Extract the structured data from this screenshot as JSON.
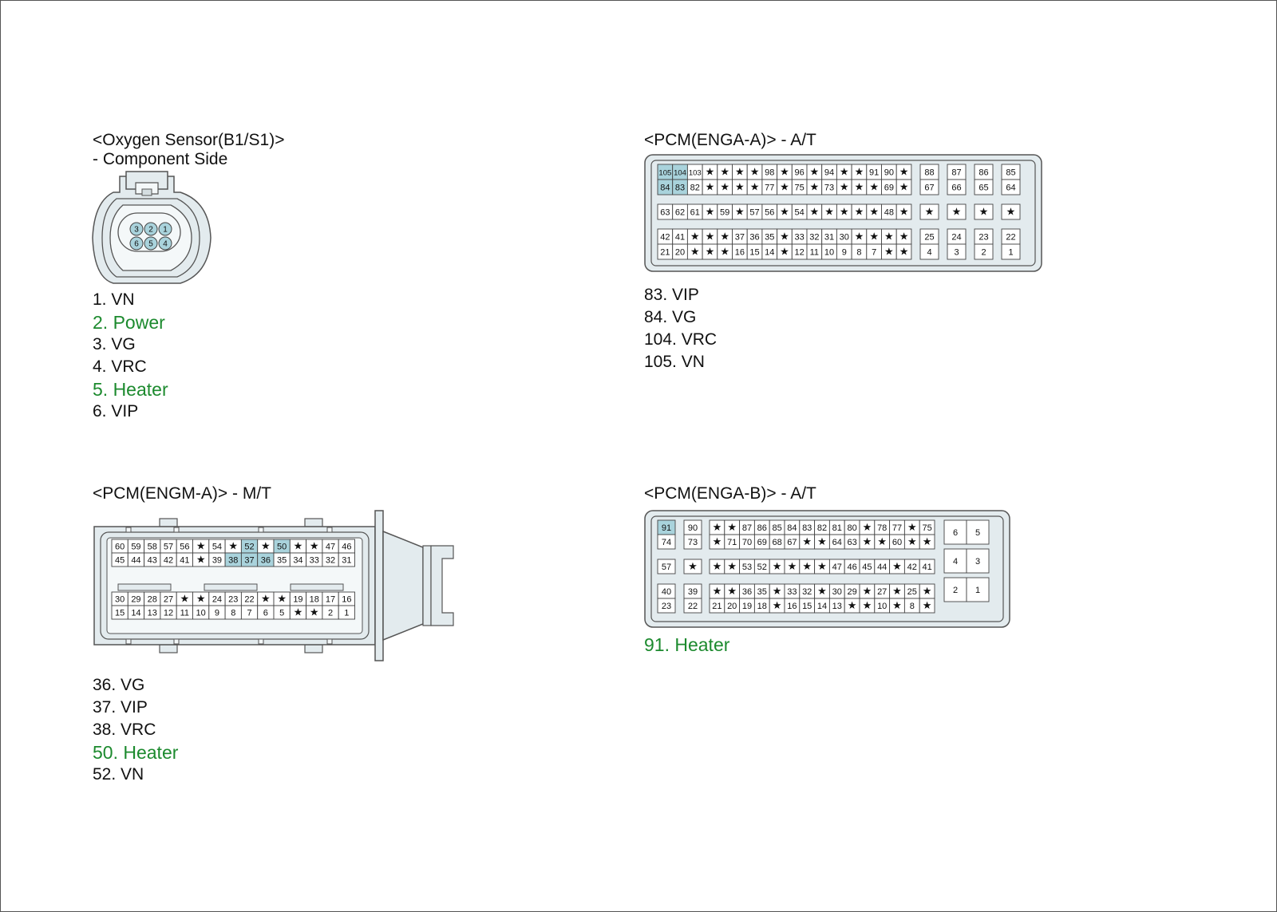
{
  "accent_color": "#1c8a2e",
  "pin_highlight_color": "#a9d3dc",
  "star_symbol": "★",
  "oxygen_sensor": {
    "title_line1": "<Oxygen Sensor(B1/S1)>",
    "title_line2": "- Component Side",
    "face_pins": [
      "3",
      "2",
      "1",
      "6",
      "5",
      "4"
    ],
    "pins": [
      {
        "label": "1. VN",
        "highlight": false
      },
      {
        "label": "2. Power",
        "highlight": true
      },
      {
        "label": "3. VG",
        "highlight": false
      },
      {
        "label": "4. VRC",
        "highlight": false
      },
      {
        "label": "5. Heater",
        "highlight": true
      },
      {
        "label": "6. VIP",
        "highlight": false
      }
    ]
  },
  "enga_a": {
    "title": "<PCM(ENGA-A)> - A/T",
    "rows": [
      [
        "105",
        "104",
        "103",
        "*",
        "*",
        "*",
        "*",
        "98",
        "*",
        "96",
        "*",
        "94",
        "*",
        "*",
        "91",
        "90",
        "*"
      ],
      [
        "84",
        "83",
        "82",
        "*",
        "*",
        "*",
        "*",
        "77",
        "*",
        "75",
        "*",
        "73",
        "*",
        "*",
        "*",
        "69",
        "*"
      ],
      [
        "63",
        "62",
        "61",
        "*",
        "59",
        "*",
        "57",
        "56",
        "*",
        "54",
        "*",
        "*",
        "*",
        "*",
        "*",
        "48",
        "*"
      ],
      [
        "42",
        "41",
        "*",
        "*",
        "*",
        "37",
        "36",
        "35",
        "*",
        "33",
        "32",
        "31",
        "30",
        "*",
        "*",
        "*",
        "*"
      ],
      [
        "21",
        "20",
        "*",
        "*",
        "*",
        "16",
        "15",
        "14",
        "*",
        "12",
        "11",
        "10",
        "9",
        "8",
        "7",
        "*",
        "*"
      ]
    ],
    "side_cols": [
      [
        "88",
        "67",
        "*",
        "25",
        "4"
      ],
      [
        "87",
        "66",
        "*",
        "24",
        "3"
      ],
      [
        "86",
        "65",
        "*",
        "23",
        "2"
      ],
      [
        "85",
        "64",
        "*",
        "22",
        "1"
      ]
    ],
    "highlighted_pins": [
      "105",
      "104",
      "84",
      "83"
    ],
    "pins": [
      {
        "label": "83. VIP",
        "highlight": false
      },
      {
        "label": "84. VG",
        "highlight": false
      },
      {
        "label": "104. VRC",
        "highlight": false
      },
      {
        "label": "105. VN",
        "highlight": false
      }
    ]
  },
  "engm_a": {
    "title": "<PCM(ENGM-A)> - M/T",
    "rows": [
      [
        "60",
        "59",
        "58",
        "57",
        "56",
        "*",
        "54",
        "*",
        "52",
        "*",
        "50",
        "*",
        "*",
        "47",
        "46"
      ],
      [
        "45",
        "44",
        "43",
        "42",
        "41",
        "*",
        "39",
        "38",
        "37",
        "36",
        "35",
        "34",
        "33",
        "32",
        "31"
      ],
      [
        "30",
        "29",
        "28",
        "27",
        "*",
        "*",
        "24",
        "23",
        "22",
        "*",
        "*",
        "19",
        "18",
        "17",
        "16"
      ],
      [
        "15",
        "14",
        "13",
        "12",
        "11",
        "10",
        "9",
        "8",
        "7",
        "6",
        "5",
        "*",
        "*",
        "2",
        "1"
      ]
    ],
    "highlighted_pins": [
      "52",
      "50",
      "38",
      "37",
      "36"
    ],
    "pins": [
      {
        "label": "36. VG",
        "highlight": false
      },
      {
        "label": "37. VIP",
        "highlight": false
      },
      {
        "label": "38. VRC",
        "highlight": false
      },
      {
        "label": "50. Heater",
        "highlight": true
      },
      {
        "label": "52. VN",
        "highlight": false
      }
    ]
  },
  "enga_b": {
    "title": "<PCM(ENGA-B)> - A/T",
    "left_cols": [
      [
        "91",
        "74",
        "57",
        "40",
        "23"
      ],
      [
        "90",
        "73",
        "*",
        "39",
        "22"
      ]
    ],
    "main_rows": [
      [
        "*",
        "*",
        "87",
        "86",
        "85",
        "84",
        "83",
        "82",
        "81",
        "80",
        "*",
        "78",
        "77",
        "*",
        "75"
      ],
      [
        "*",
        "71",
        "70",
        "69",
        "68",
        "67",
        "*",
        "*",
        "64",
        "63",
        "*",
        "*",
        "60",
        "*",
        "*"
      ],
      [
        "*",
        "*",
        "53",
        "52",
        "*",
        "*",
        "*",
        "*",
        "47",
        "46",
        "45",
        "44",
        "*",
        "42",
        "41"
      ],
      [
        "*",
        "*",
        "36",
        "35",
        "*",
        "33",
        "32",
        "*",
        "30",
        "29",
        "*",
        "27",
        "*",
        "25",
        "*"
      ],
      [
        "21",
        "20",
        "19",
        "18",
        "*",
        "16",
        "15",
        "14",
        "13",
        "*",
        "*",
        "10",
        "*",
        "8",
        "*"
      ]
    ],
    "right_block": [
      [
        "6",
        "5"
      ],
      [
        "4",
        "3"
      ],
      [
        "2",
        "1"
      ]
    ],
    "highlighted_pins": [
      "91"
    ],
    "pins": [
      {
        "label": "91. Heater",
        "highlight": true
      }
    ]
  }
}
